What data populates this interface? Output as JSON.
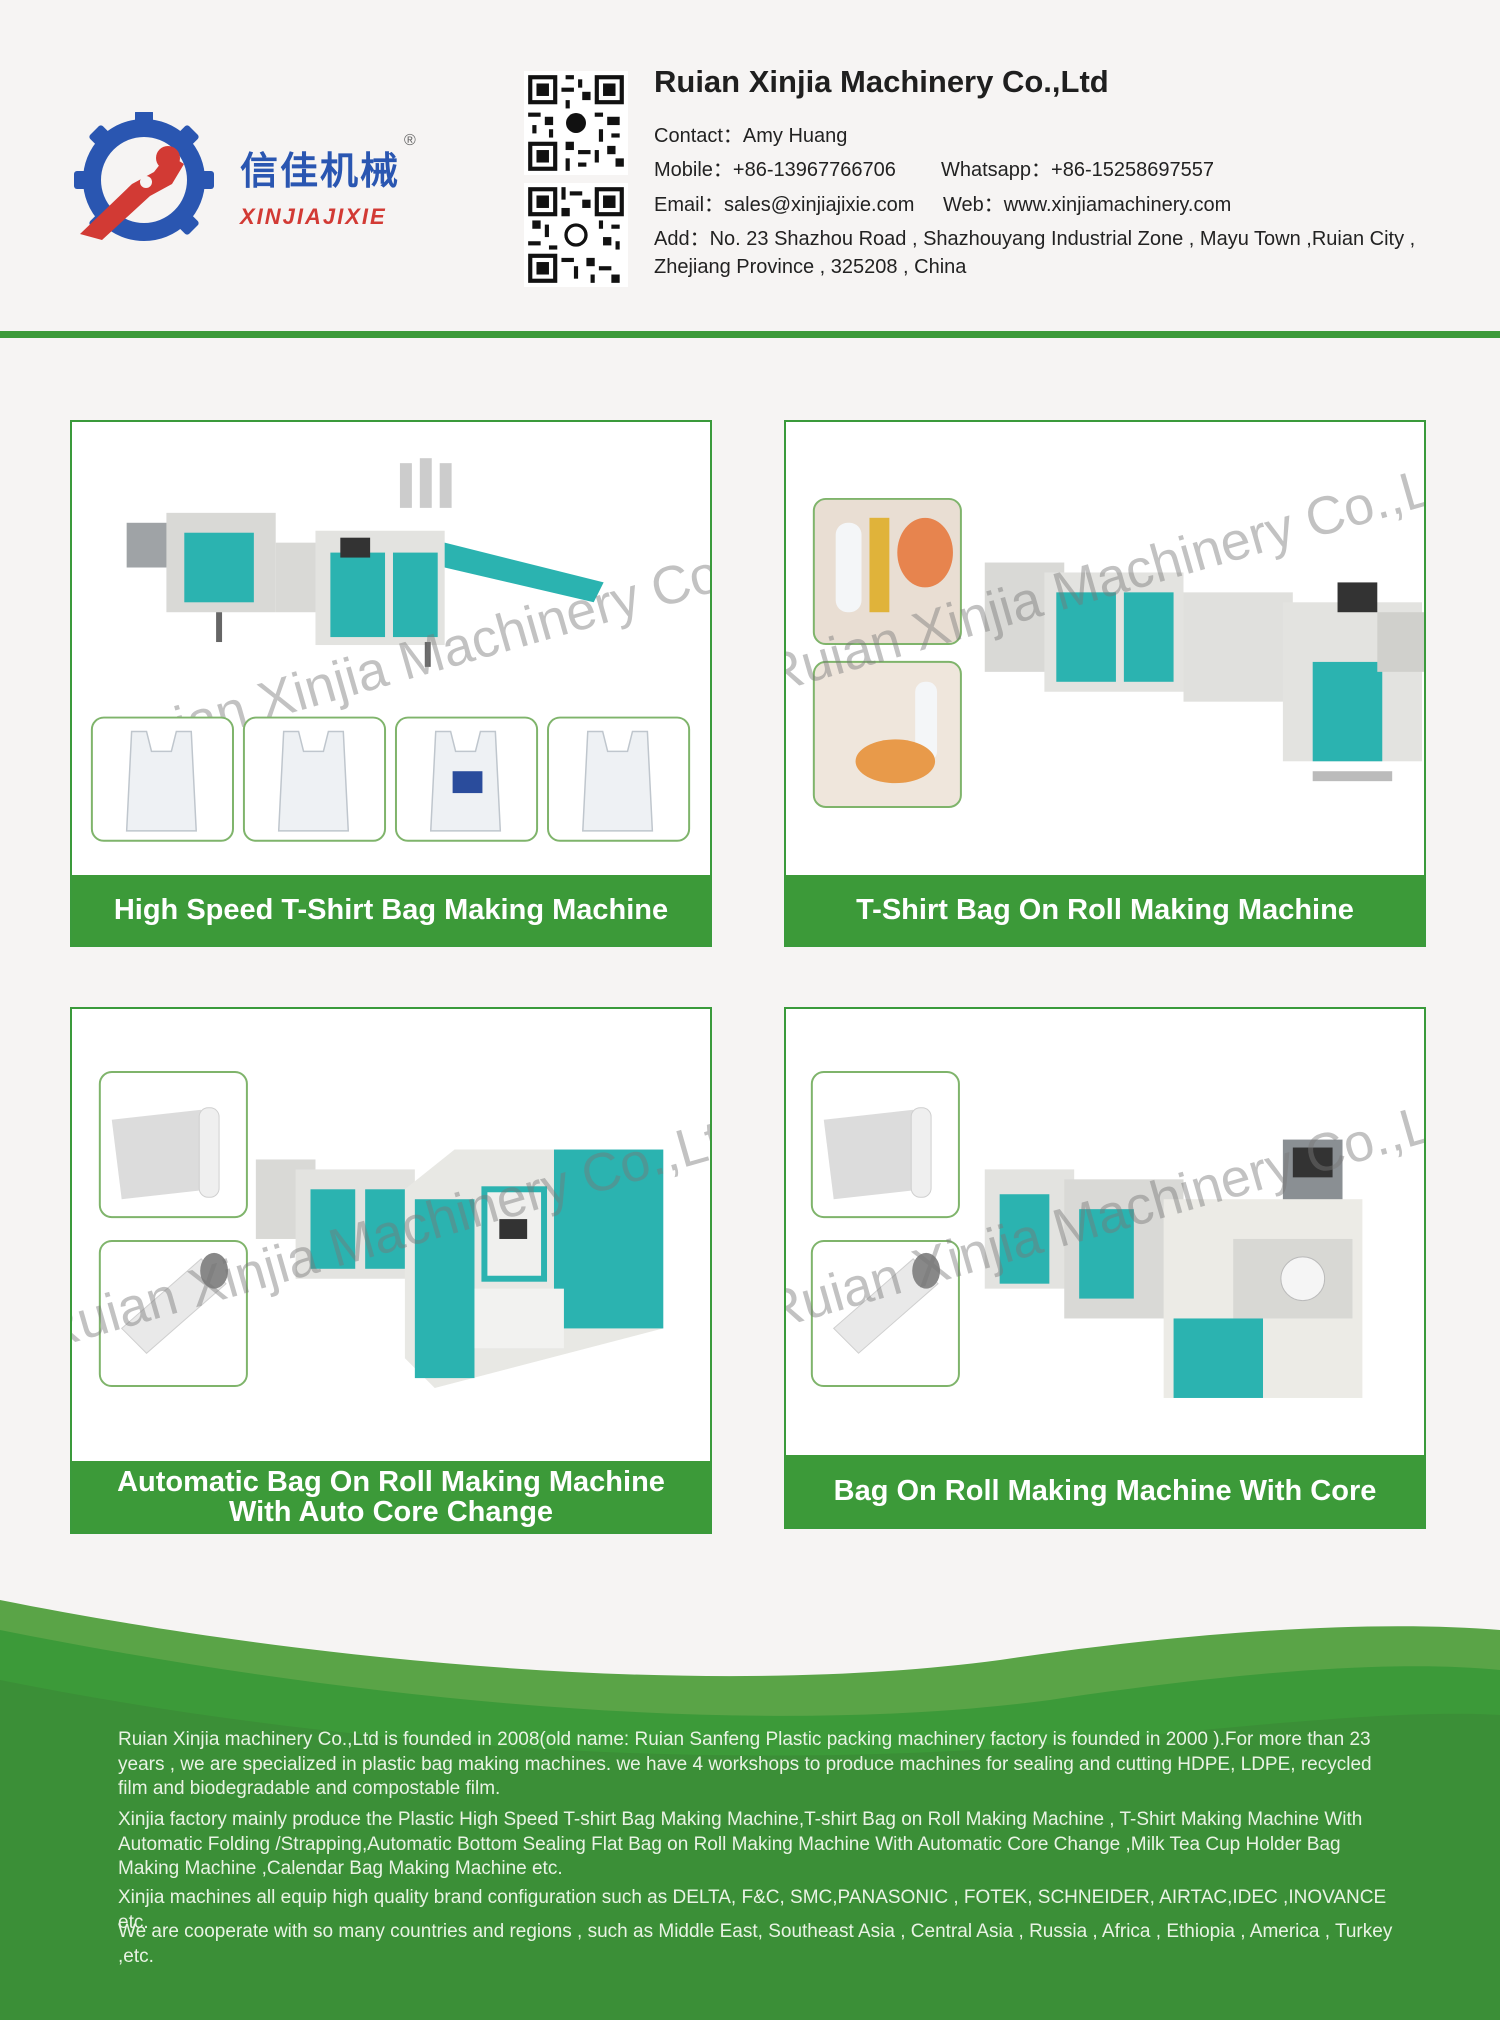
{
  "header": {
    "logo_cn": "信佳机械",
    "logo_reg": "®",
    "logo_en": "XINJIAJIXIE",
    "company_name": "Ruian Xinjia Machinery Co.,Ltd",
    "contact_line": "Contact：Amy Huang",
    "mobile_line": "Mobile：+86-13967766706",
    "whatsapp_line": "Whatsapp：+86-15258697557",
    "email_line": "Email：sales@xinjiajixie.com",
    "web_line": "Web：www.xinjiamachinery.com",
    "address_line1": "Add：No. 23 Shazhou Road , Shazhouyang Industrial Zone , Mayu Town ,Ruian City ,",
    "address_line2": "Zhejiang Province , 325208 , China"
  },
  "products": [
    {
      "label": "High Speed T-Shirt Bag Making Machine"
    },
    {
      "label": "T-Shirt Bag On Roll Making Machine"
    },
    {
      "label_line1": "Automatic Bag On Roll Making Machine",
      "label_line2": "With Auto Core Change"
    },
    {
      "label": "Bag On Roll Making Machine With Core"
    }
  ],
  "watermark": "Ruian Xinjia Machinery Co.,Ltd",
  "about": [
    "Ruian Xinjia machinery Co.,Ltd is founded in 2008(old name: Ruian Sanfeng Plastic packing machinery factory is founded in 2000 ).For more than 23 years , we are specialized in plastic bag making machines. we have 4 workshops to produce machines for sealing and cutting HDPE, LDPE, recycled film and biodegradable and compostable film.",
    "Xinjia factory mainly produce the Plastic High Speed T-shirt Bag Making Machine,T-shirt Bag on Roll Making Machine , T-Shirt Making Machine With Automatic Folding /Strapping,Automatic Bottom Sealing Flat Bag on Roll Making Machine With Automatic Core Change ,Milk Tea Cup Holder Bag Making Machine ,Calendar Bag Making Machine etc.",
    "Xinjia machines all equip high quality brand configuration such as DELTA, F&C, SMC,PANASONIC , FOTEK, SCHNEIDER, AIRTAC,IDEC ,INOVANCE etc.",
    "We are cooperate with so many countries and regions , such as Middle East, Southeast Asia , Central Asia , Russia , Africa , Ethiopia , America , Turkey ,etc."
  ],
  "colors": {
    "brand_green": "#3c9a39",
    "logo_blue": "#2a56b1",
    "logo_red": "#d23a34",
    "machine_teal": "#2bb3b0"
  },
  "icons": [
    "logo-gear-icon",
    "wechat-qr-code",
    "whatsapp-qr-code"
  ]
}
